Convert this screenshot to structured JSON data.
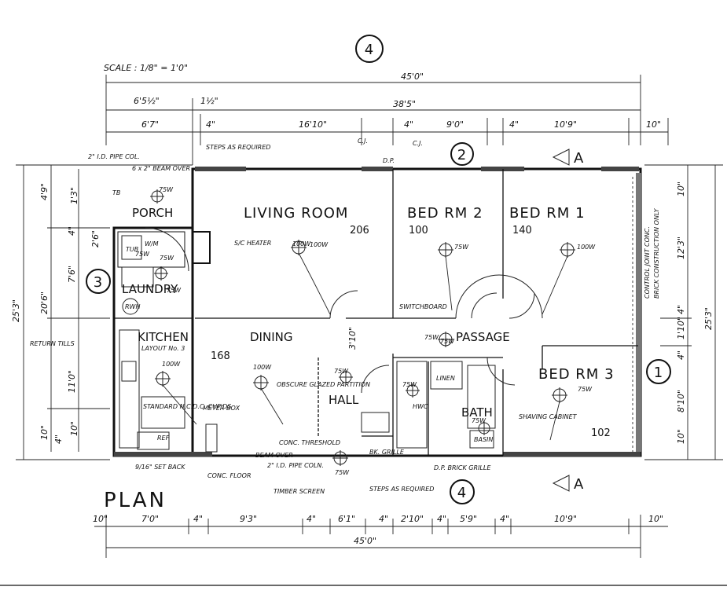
{
  "title": "PLAN",
  "scale_label": "SCALE : 1/8\" = 1'0\"",
  "section_markers": {
    "top": "4",
    "left": "3",
    "right": "1",
    "bottom": "4",
    "top_bedroom": "2",
    "section_letter": "A"
  },
  "rooms": [
    {
      "name": "LIVING ROOM",
      "number": "206"
    },
    {
      "name": "BED RM 2",
      "number": "100"
    },
    {
      "name": "BED RM 1",
      "number": "140"
    },
    {
      "name": "BED RM 3",
      "number": "102"
    },
    {
      "name": "PORCH",
      "number": ""
    },
    {
      "name": "LAUNDRY",
      "number": ""
    },
    {
      "name": "KITCHEN",
      "number": "168"
    },
    {
      "name": "DINING",
      "number": ""
    },
    {
      "name": "PASSAGE",
      "number": ""
    },
    {
      "name": "HALL",
      "number": ""
    },
    {
      "name": "BATH",
      "number": ""
    },
    {
      "name": "LINEN",
      "number": ""
    }
  ],
  "dimensions": {
    "top_overall": "45'0\"",
    "top_inner": "38'5\"",
    "top_porch": "6'5½\"",
    "top_gap": "1½\"",
    "top_row": [
      "6'7\"",
      "4\"",
      "16'10\"",
      "4\"",
      "9'0\"",
      "4\"",
      "10'9\"",
      "10\""
    ],
    "bottom_row": [
      "10\"",
      "7'0\"",
      "4\"",
      "9'3\"",
      "4\"",
      "6'1\"",
      "4\"",
      "2'10\"",
      "4\"",
      "5'9\"",
      "4\"",
      "10'9\"",
      "10\""
    ],
    "bottom_overall": "45'0\"",
    "left_overall": "25'3\"",
    "left_inner": "20'6\"",
    "left_a": "4'9\"",
    "left_b": "7'6\"",
    "left_c": "11'0\"",
    "left_d": "10\"",
    "left_e": "4\"",
    "left_f": "10\"",
    "left_g": "2'6\"",
    "left_h": "1'3\"",
    "left_i": "4\"",
    "right_overall": "25'3\"",
    "right_a": "10\"",
    "right_b": "12'3\"",
    "right_c": "4\"",
    "right_d": "1'10\"",
    "right_e": "4\"",
    "right_f": "8'10\"",
    "right_g": "10\"",
    "hall_width": "3'10\""
  },
  "lights": [
    "75W",
    "100W",
    "75W",
    "100W",
    "75W",
    "100W",
    "75W",
    "75W",
    "75W",
    "100W",
    "75W",
    "100W",
    "75W",
    "75W",
    "75W",
    "75W",
    "75W"
  ],
  "notes": {
    "steps_top": "STEPS AS REQUIRED",
    "pipe_col": "2\" I.D. PIPE COL.",
    "beam_over": "6 x 2\" BEAM OVER",
    "heater": "S/C HEATER",
    "switchboard": "SWITCHBOARD",
    "return_tiles": "RETURN TILLS",
    "layout": "LAYOUT No. 3",
    "standard": "STANDARD N.C.D.C. CUP'DS",
    "meter_box": "METER BOX",
    "obscure": "OBSCURE GLAZED PARTITION",
    "conc_threshold": "CONC. THRESHOLD",
    "beam_over_bottom": "BEAM OVER",
    "pipe_col_bottom": "2\" I.D. PIPE COLN.",
    "conc_floor": "CONC. FLOOR",
    "set_back": "9/16\" SET BACK",
    "timber_screen": "TIMBER SCREEN",
    "steps_bottom": "STEPS AS REQUIRED",
    "brick_grille": "BK. GRILLE",
    "dp_grille": "D.P. BRICK GRILLE",
    "shaving": "SHAVING CABINET",
    "control_joint": "CONTROL JOINT CONC.",
    "brick_only": "BRICK CONSTRUCTION ONLY",
    "cj1": "C.J.",
    "cj2": "C.J.",
    "dp": "D.P.",
    "tb": "TB",
    "ref": "REF",
    "rwh": "RWH",
    "basin": "BASIN",
    "wm": "W/M",
    "tub": "TUB",
    "hwc": "HWC"
  }
}
